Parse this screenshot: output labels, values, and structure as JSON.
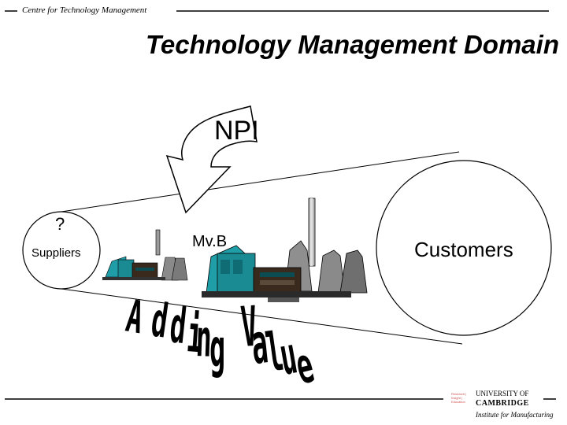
{
  "header": {
    "centre_name": "Centre for Technology Management"
  },
  "slide": {
    "title": "Technology Management Domain",
    "npi_label": "NPI",
    "supplier_question": "?",
    "suppliers_label": "Suppliers",
    "mvb_label": "Mv.B",
    "customers_label": "Customers",
    "adding_value_letters": [
      "A",
      "d",
      "d",
      "i",
      "n",
      "g",
      "V",
      "a",
      "l",
      "u",
      "e"
    ]
  },
  "footer": {
    "university_line": "UNIVERSITY OF",
    "cambridge_line": "CAMBRIDGE",
    "institute_line": "Institute for Manufacturing",
    "crest_text": "Research | Insight | Education"
  },
  "colors": {
    "factory_teal": "#1f9ea8",
    "factory_dark": "#0b4b52",
    "tower_grey": "#8a8a8a",
    "crest_red": "#d05050"
  }
}
